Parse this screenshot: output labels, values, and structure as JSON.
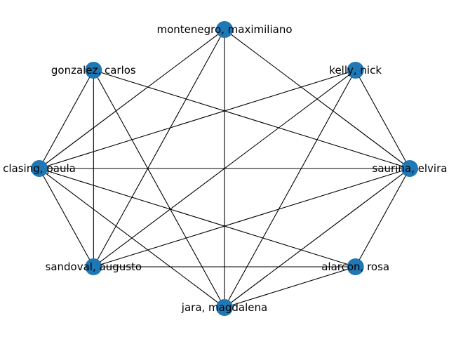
{
  "graph": {
    "node_color": "#1f77b4",
    "edge_color": "#000000",
    "nodes": [
      {
        "id": "montenegro",
        "label": "montenegro, maximiliano"
      },
      {
        "id": "kelly",
        "label": "kelly, nick"
      },
      {
        "id": "saurina",
        "label": "saurina, elvira"
      },
      {
        "id": "alarcon",
        "label": "alarcon, rosa"
      },
      {
        "id": "jara",
        "label": "jara, magdalena"
      },
      {
        "id": "sandoval",
        "label": "sandoval, augusto"
      },
      {
        "id": "clasing",
        "label": "clasing, paula"
      },
      {
        "id": "gonzalez",
        "label": "gonzalez, carlos"
      }
    ],
    "edges": [
      [
        "montenegro",
        "saurina"
      ],
      [
        "montenegro",
        "jara"
      ],
      [
        "montenegro",
        "sandoval"
      ],
      [
        "montenegro",
        "clasing"
      ],
      [
        "kelly",
        "saurina"
      ],
      [
        "kelly",
        "jara"
      ],
      [
        "kelly",
        "sandoval"
      ],
      [
        "kelly",
        "clasing"
      ],
      [
        "saurina",
        "alarcon"
      ],
      [
        "saurina",
        "jara"
      ],
      [
        "saurina",
        "sandoval"
      ],
      [
        "saurina",
        "clasing"
      ],
      [
        "saurina",
        "gonzalez"
      ],
      [
        "alarcon",
        "jara"
      ],
      [
        "alarcon",
        "sandoval"
      ],
      [
        "alarcon",
        "clasing"
      ],
      [
        "jara",
        "clasing"
      ],
      [
        "jara",
        "gonzalez"
      ],
      [
        "sandoval",
        "clasing"
      ],
      [
        "sandoval",
        "gonzalez"
      ],
      [
        "clasing",
        "gonzalez"
      ]
    ]
  }
}
